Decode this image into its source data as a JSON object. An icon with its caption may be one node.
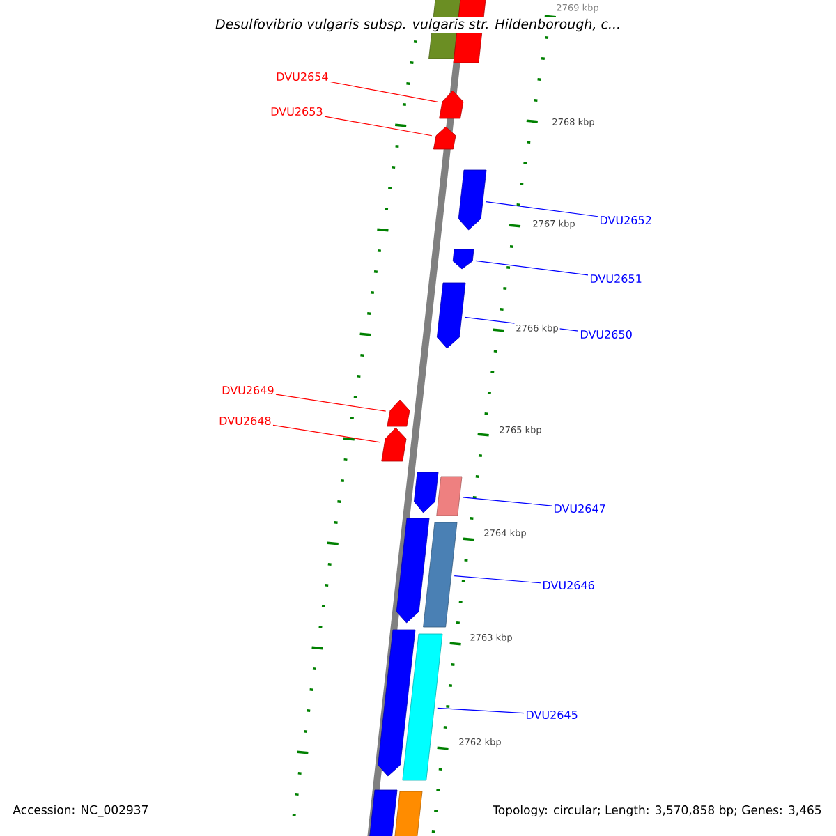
{
  "diagram": {
    "title": "Desulfovibrio vulgaris subsp. vulgaris str. Hildenborough, c...",
    "nodes": [
      {
        "text": [
          "DVU2654"
        ]
      },
      {
        "text": [],
        "shape": "arrow"
      },
      {
        "text": [
          "DVU2653"
        ]
      },
      {
        "text": [],
        "shape": "arrow"
      },
      {
        "text": [
          "DVU2652"
        ]
      },
      {
        "text": [],
        "shape": "arrow"
      },
      {
        "text": [
          "DVU2651"
        ]
      },
      {
        "text": [],
        "shape": "arrow"
      },
      {
        "text": [
          "DVU2650"
        ]
      },
      {
        "text": [],
        "shape": "arrow"
      },
      {
        "text": [
          "DVU2649"
        ]
      },
      {
        "text": [],
        "shape": "arrow"
      },
      {
        "text": [
          "DVU2648"
        ]
      },
      {
        "text": [],
        "shape": "arrow"
      },
      {
        "text": [
          "DVU2647"
        ]
      },
      {
        "text": [],
        "shape": "box"
      },
      {
        "text": [
          "DVU2646"
        ]
      },
      {
        "text": [],
        "shape": "box"
      },
      {
        "text": [
          "DVU2645"
        ]
      },
      {
        "text": [],
        "shape": "box"
      },
      {
        "text": [],
        "shape": "box"
      },
      {
        "text": [],
        "shape": "box"
      },
      {
        "text": [],
        "shape": "arrow"
      },
      {
        "text": [],
        "shape": "arrow"
      },
      {
        "text": [],
        "shape": "arrow"
      },
      {
        "text": [],
        "shape": "box"
      },
      {
        "text": [],
        "shape": "box"
      }
    ],
    "edges": [
      {
        "from": 0,
        "to": 1,
        "arrow": "none",
        "color": "#ff0000"
      },
      {
        "from": 2,
        "to": 3,
        "arrow": "none",
        "color": "#ff0000"
      },
      {
        "from": 4,
        "to": 5,
        "arrow": "none",
        "color": "#0000ff"
      },
      {
        "from": 6,
        "to": 7,
        "arrow": "none",
        "color": "#0000ff"
      },
      {
        "from": 8,
        "to": 9,
        "arrow": "none",
        "color": "#0000ff"
      },
      {
        "from": 10,
        "to": 11,
        "arrow": "none",
        "color": "#ff0000"
      },
      {
        "from": 12,
        "to": 13,
        "arrow": "none",
        "color": "#ff0000"
      },
      {
        "from": 14,
        "to": 15,
        "arrow": "none",
        "color": "#0000ff"
      },
      {
        "from": 16,
        "to": 17,
        "arrow": "none",
        "color": "#0000ff"
      },
      {
        "from": 18,
        "to": 19,
        "arrow": "none",
        "color": "#0000ff"
      }
    ],
    "labels": [
      "2769 kbp",
      "2768 kbp",
      "2767 kbp",
      "2766 kbp",
      "2765 kbp",
      "2764 kbp",
      "2763 kbp",
      "2762 kbp",
      "Accession: NC_002937",
      "Topology: circular; Length: 3,570,858 bp; Genes: 3,465"
    ]
  }
}
